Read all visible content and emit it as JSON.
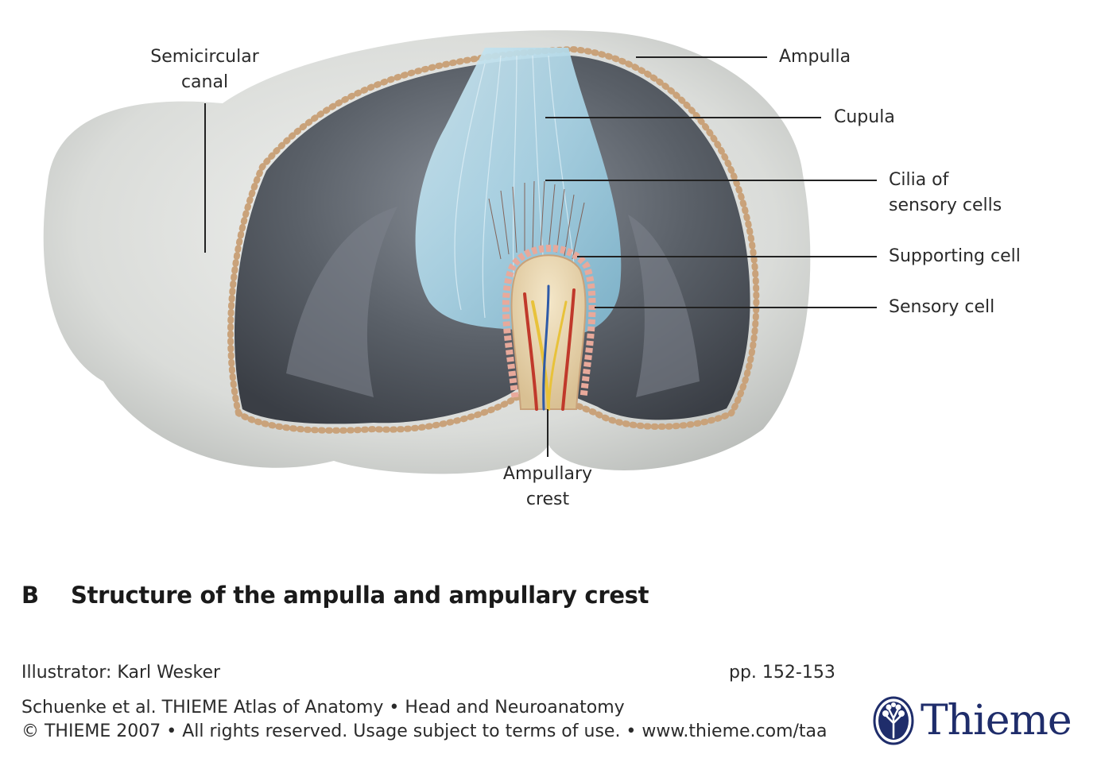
{
  "labels": {
    "semicircular_canal": "Semicircular\ncanal",
    "ampulla": "Ampulla",
    "cupula": "Cupula",
    "cilia": "Cilia of\nsensory cells",
    "supporting_cell": "Supporting cell",
    "sensory_cell": "Sensory cell",
    "ampullary_crest": "Ampullary\ncrest"
  },
  "caption": {
    "letter": "B",
    "title": "Structure of the ampulla and ampullary crest"
  },
  "credits": {
    "illustrator": "Illustrator: Karl Wesker",
    "pages": "pp.  152-153",
    "book": "Schuenke et al. THIEME Atlas of Anatomy  • Head and Neuroanatomy",
    "copyright": "© THIEME 2007  •  All rights reserved. Usage subject to terms of use.  •  www.thieme.com/taa"
  },
  "logo": {
    "text": "Thieme",
    "color": "#1f2d6b"
  },
  "colors": {
    "wall": "#d6d8d5",
    "interior": "#5a6068",
    "cupula": "#a9d4e6",
    "membrane": "#c9a27a",
    "artery": "#c0392b",
    "vein": "#2e5aa8",
    "nerve": "#e8c23a"
  }
}
